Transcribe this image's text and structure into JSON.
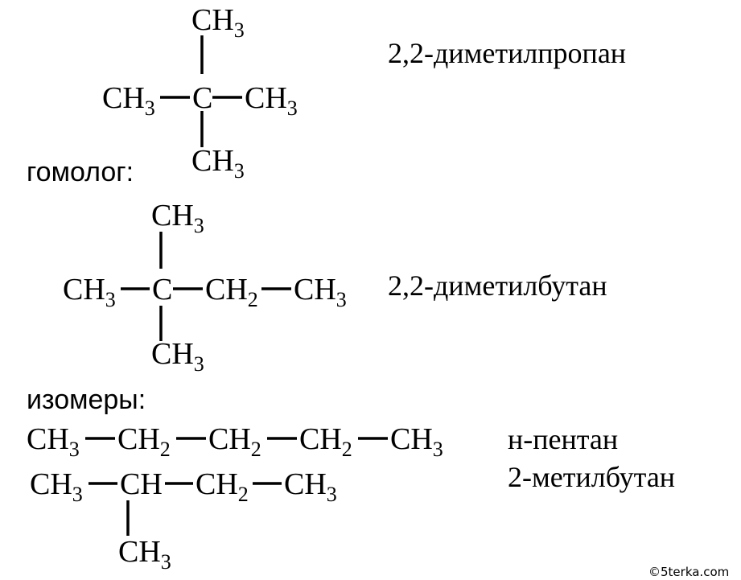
{
  "section_labels": {
    "homolog": "гомолог:",
    "isomers": "изомеры:"
  },
  "compounds": {
    "neopentane": {
      "name": "2,2-диметилпропан",
      "atoms": {
        "top": {
          "base": "CH",
          "sub": "3"
        },
        "left": {
          "base": "CH",
          "sub": "3"
        },
        "center": {
          "base": "C",
          "sub": ""
        },
        "right": {
          "base": "CH",
          "sub": "3"
        },
        "bottom": {
          "base": "CH",
          "sub": "3"
        }
      }
    },
    "dimethylbutane": {
      "name": "2,2-диметилбутан",
      "atoms": {
        "top": {
          "base": "CH",
          "sub": "3"
        },
        "left": {
          "base": "CH",
          "sub": "3"
        },
        "center": {
          "base": "C",
          "sub": ""
        },
        "ch2": {
          "base": "CH",
          "sub": "2"
        },
        "right": {
          "base": "CH",
          "sub": "3"
        },
        "bottom": {
          "base": "CH",
          "sub": "3"
        }
      }
    },
    "n_pentane": {
      "name": "н-пентан",
      "atoms": [
        {
          "base": "CH",
          "sub": "3"
        },
        {
          "base": "CH",
          "sub": "2"
        },
        {
          "base": "CH",
          "sub": "2"
        },
        {
          "base": "CH",
          "sub": "2"
        },
        {
          "base": "CH",
          "sub": "3"
        }
      ]
    },
    "methylbutane": {
      "name": "2-метилбутан",
      "atoms": {
        "c1": {
          "base": "CH",
          "sub": "3"
        },
        "c2": {
          "base": "CH",
          "sub": ""
        },
        "c3": {
          "base": "CH",
          "sub": "2"
        },
        "c4": {
          "base": "CH",
          "sub": "3"
        },
        "branch": {
          "base": "CH",
          "sub": "3"
        }
      }
    }
  },
  "watermark": "©5terka.com"
}
